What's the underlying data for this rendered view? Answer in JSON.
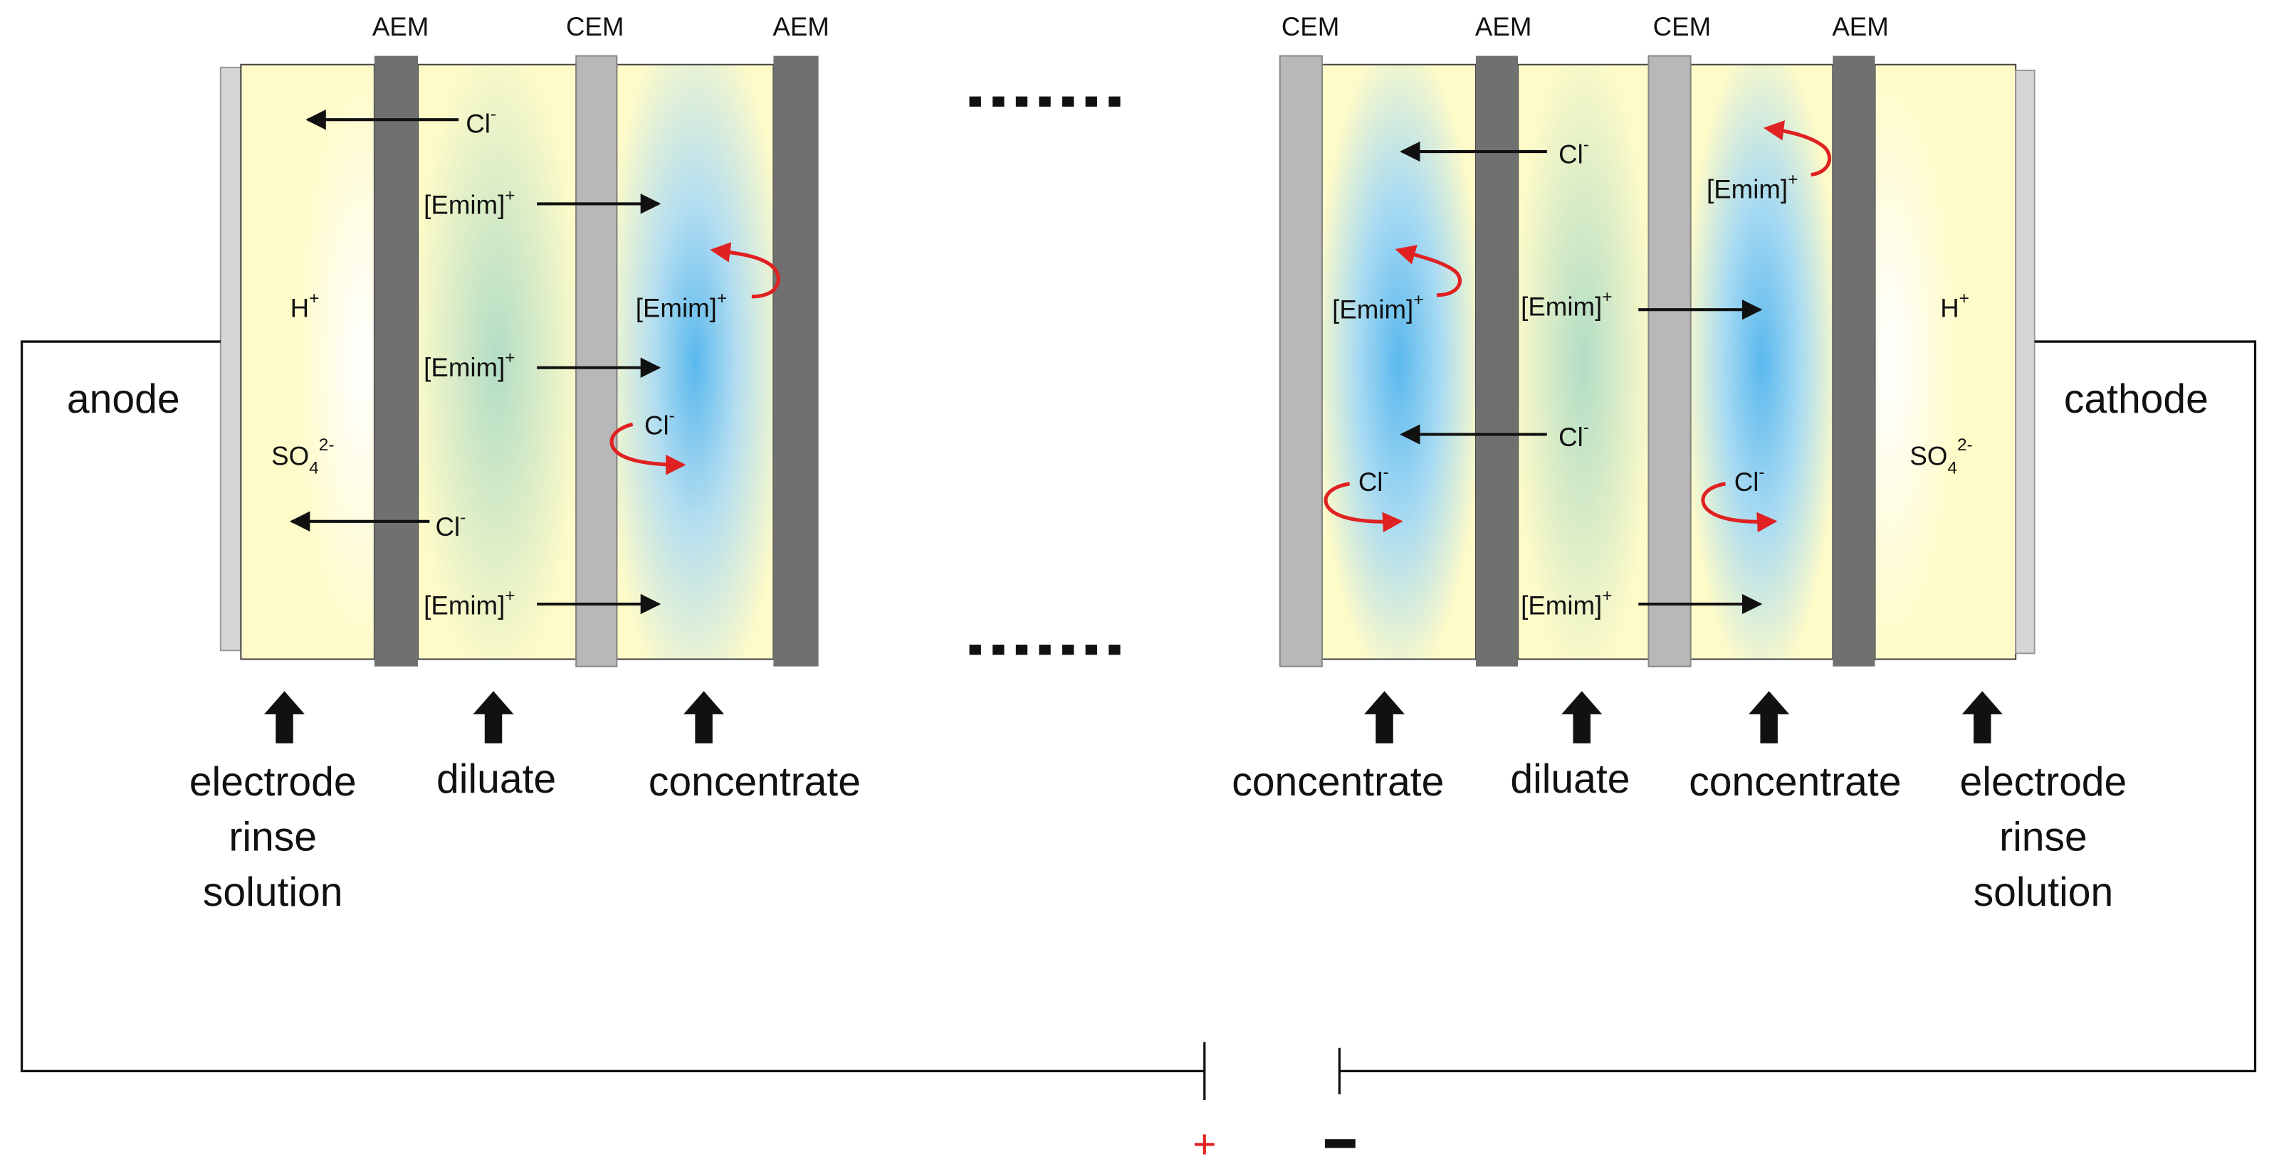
{
  "membranes": {
    "left": [
      "AEM",
      "CEM",
      "AEM"
    ],
    "right": [
      "CEM",
      "AEM",
      "CEM",
      "AEM"
    ]
  },
  "electrodes": {
    "anode": "anode",
    "cathode": "cathode"
  },
  "ions": {
    "cl": "Cl",
    "cl_sup": "-",
    "emim": "[Emim]",
    "emim_sup": "+",
    "h": "H",
    "h_sup": "+",
    "so4": "SO",
    "so4_sub": "4",
    "so4_sup": "2-"
  },
  "streams": {
    "left": [
      [
        "electrode",
        "rinse",
        "solution"
      ],
      [
        "diluate"
      ],
      [
        "concentrate"
      ]
    ],
    "right": [
      [
        "concentrate"
      ],
      [
        "diluate"
      ],
      [
        "concentrate"
      ],
      [
        "electrode",
        "rinse",
        "solution"
      ]
    ]
  },
  "ellipsis": "·······",
  "polarity": {
    "plus": "+",
    "minus": "−"
  },
  "colors": {
    "aem": "#707070",
    "cem": "#b8b8b8",
    "solution": "#fffbc8",
    "concentrate_center": "#5ab8ee",
    "diluate_center": "#b2ddc6",
    "migration_arrow": "#111111",
    "rejection_arrow": "#e02121",
    "plus": "#e02121",
    "minus": "#111111"
  },
  "icons": [
    "up-arrow-icon",
    "right-arrow-icon",
    "left-arrow-icon",
    "curved-rejection-arrow-icon"
  ]
}
